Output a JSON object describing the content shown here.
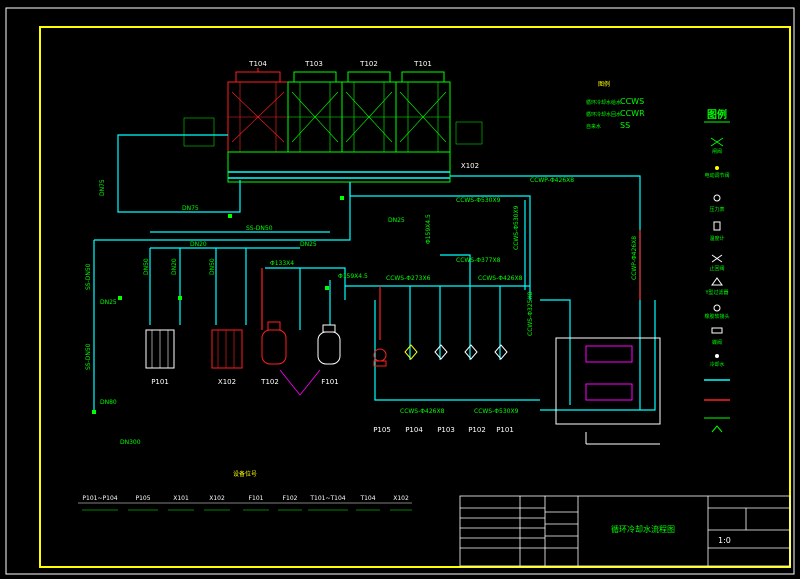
{
  "tower_labels": [
    "T104",
    "T103",
    "T102",
    "T101"
  ],
  "xi_label": "X102",
  "pipe_labels": {
    "dn75_a": "DN75",
    "dn75_b": "DN75",
    "ss_dn50": "SS-DN50",
    "dn20": "DN20",
    "dn25_a": "DN25",
    "dn25_b": "DN25",
    "dn50_a": "DN50",
    "dn50_b": "DN50",
    "dn20_b": "DN20",
    "ss_dn50_left": "SS-DN50",
    "ss_dn50_left2": "SS-DN50",
    "dn25_c": "DN25",
    "ccwp_top": "CCWP-Φ426X8",
    "ccws_mid": "CCWS-Φ530X9",
    "ccws_vert": "CCWS-Φ530X9",
    "ccwp_right": "CCWP-Φ426X8",
    "ccws_377": "CCWS-Φ377X8",
    "ccws_426": "CCWS-Φ426X8",
    "ccws_273": "CCWS-Φ273X6",
    "ccws_530b": "CCWS-Φ530X9",
    "ccwp_lower": "CCWS-Φ426X8",
    "ccws_325": "CCWS-Φ325X8",
    "phi159_a": "Φ159X4.5",
    "phi159_b": "Φ159X4.5",
    "phi133": "Φ133X4",
    "dn80": "DN80",
    "dn300": "DN300"
  },
  "equipment": [
    "P101",
    "X102",
    "T102",
    "F101",
    "P105",
    "P104",
    "P103",
    "P102",
    "P101"
  ],
  "top_legend": {
    "title": "图例",
    "rows": [
      {
        "label": "循环冷却水给水",
        "code": "CCWS"
      },
      {
        "label": "循环冷却水回水",
        "code": "CCWR"
      },
      {
        "label": "自来水",
        "code": "SS"
      }
    ]
  },
  "legend_title": "图例",
  "legend_items": [
    "闸阀",
    "电动调节阀",
    "压力表",
    "温度计",
    "止回阀",
    "Y型过滤器",
    "橡胶软接头",
    "蝶阀",
    "冷却水"
  ],
  "device_table": {
    "title": "设备位号",
    "headers": [
      "P101~P104",
      "P105",
      "X101",
      "X102",
      "F101",
      "F102",
      "T101~T104",
      "T104",
      "X102"
    ]
  },
  "title_block": {
    "drawing_name": "循环冷却水流程图",
    "scale": "1:0"
  },
  "colors": {
    "background": "#000000",
    "frame": "#ffff00",
    "pipe_cyan": "#00ffff",
    "label_green": "#00ff00",
    "equipment_red": "#ff2020",
    "text_white": "#ffffff",
    "magenta": "#ff00ff"
  }
}
